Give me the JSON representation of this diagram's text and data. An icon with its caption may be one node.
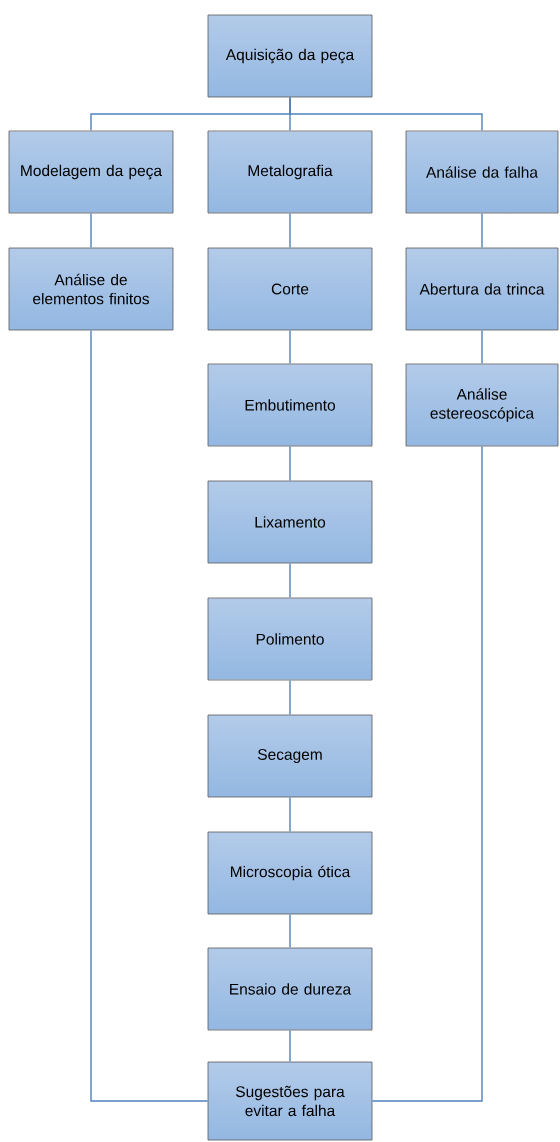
{
  "diagram": {
    "nodes": [
      {
        "text": [
          "Aquisição da peça"
        ]
      },
      {
        "text": [
          "Modelagem da peça"
        ]
      },
      {
        "text": [
          "Metalografia"
        ]
      },
      {
        "text": [
          "Análise da falha"
        ]
      },
      {
        "text": [
          "Análise de elementos finitos"
        ]
      },
      {
        "text": [
          "Corte"
        ]
      },
      {
        "text": [
          "Abertura da trinca"
        ]
      },
      {
        "text": [
          "Embutimento"
        ]
      },
      {
        "text": [
          "Análise estereoscópica"
        ]
      },
      {
        "text": [
          "Lixamento"
        ]
      },
      {
        "text": [
          "Polimento"
        ]
      },
      {
        "text": [
          "Secagem"
        ]
      },
      {
        "text": [
          "Microscopia ótica"
        ]
      },
      {
        "text": [
          "Ensaio de dureza"
        ]
      },
      {
        "text": [
          "Sugestões para evitar a falha"
        ]
      }
    ],
    "edges": [
      {
        "from": 0,
        "to": 1,
        "arrow": "none"
      },
      {
        "from": 0,
        "to": 2,
        "arrow": "none"
      },
      {
        "from": 0,
        "to": 3,
        "arrow": "none"
      },
      {
        "from": 1,
        "to": 4,
        "arrow": "none"
      },
      {
        "from": 2,
        "to": 5,
        "arrow": "none"
      },
      {
        "from": 3,
        "to": 6,
        "arrow": "none"
      },
      {
        "from": 5,
        "to": 7,
        "arrow": "none"
      },
      {
        "from": 6,
        "to": 8,
        "arrow": "none"
      },
      {
        "from": 7,
        "to": 9,
        "arrow": "none"
      },
      {
        "from": 9,
        "to": 10,
        "arrow": "none"
      },
      {
        "from": 10,
        "to": 11,
        "arrow": "none"
      },
      {
        "from": 11,
        "to": 12,
        "arrow": "none"
      },
      {
        "from": 12,
        "to": 13,
        "arrow": "none"
      },
      {
        "from": 13,
        "to": 14,
        "arrow": "none"
      },
      {
        "from": 4,
        "to": 14,
        "arrow": "none"
      },
      {
        "from": 8,
        "to": 14,
        "arrow": "none"
      }
    ]
  }
}
